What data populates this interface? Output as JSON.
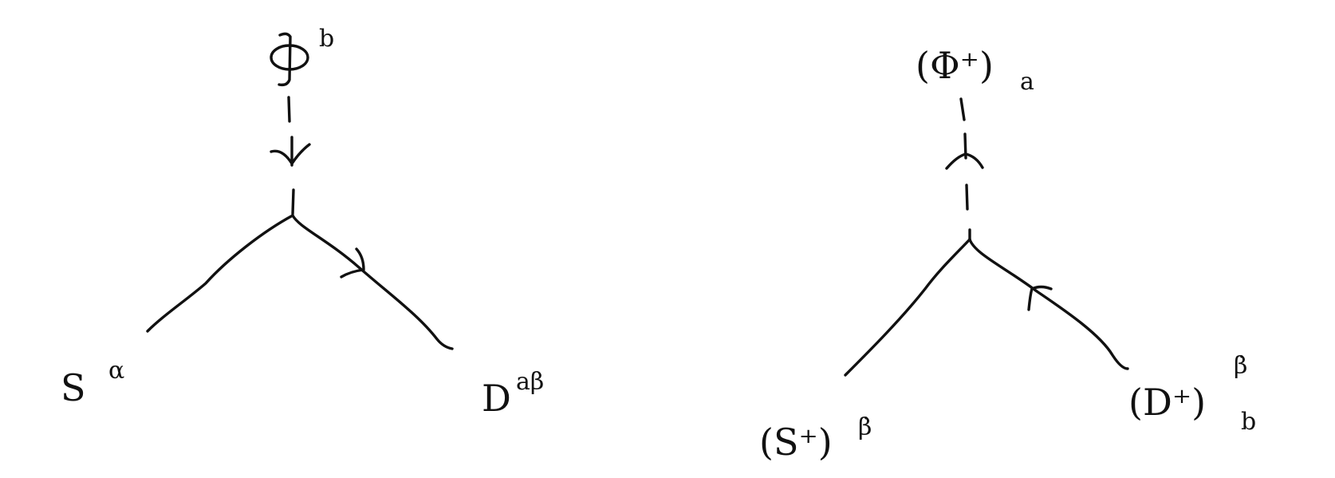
{
  "diagrams": [
    {
      "top": {
        "symbol": "Φ",
        "index": "b"
      },
      "left": {
        "symbol": "S",
        "index": "α"
      },
      "right": {
        "symbol": "D",
        "index": "aβ"
      }
    },
    {
      "top": {
        "symbol": "(Φ⁺)",
        "index": "a"
      },
      "left": {
        "symbol": "(S⁺)",
        "index": "β̇"
      },
      "right": {
        "symbol": "(D⁺)",
        "upper_index": "β̇",
        "lower_index": "b"
      }
    }
  ]
}
